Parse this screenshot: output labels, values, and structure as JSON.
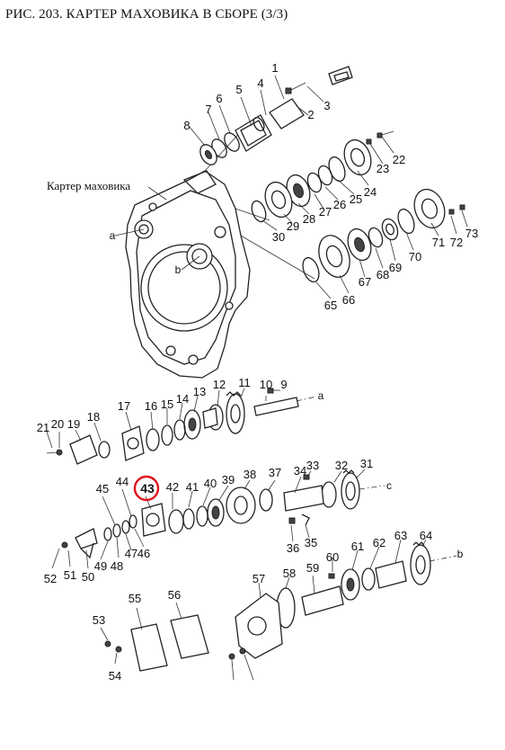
{
  "title": "РИС. 203. КАРТЕР МАХОВИКА В СБОРЕ (3/3)",
  "housing_label": "Картер маховика",
  "highlighted_part": "43",
  "highlight_color": "#e0101a",
  "parts": [
    "1",
    "2",
    "3",
    "4",
    "5",
    "6",
    "7",
    "8",
    "9",
    "10",
    "11",
    "12",
    "13",
    "14",
    "15",
    "16",
    "17",
    "18",
    "19",
    "20",
    "21",
    "22",
    "23",
    "24",
    "25",
    "26",
    "27",
    "28",
    "29",
    "30",
    "31",
    "32",
    "33",
    "34",
    "35",
    "36",
    "37",
    "38",
    "39",
    "40",
    "41",
    "42",
    "43",
    "44",
    "45",
    "46",
    "47",
    "48",
    "49",
    "50",
    "51",
    "52",
    "53",
    "54",
    "55",
    "56",
    "57",
    "58",
    "59",
    "60",
    "61",
    "62",
    "63",
    "64",
    "65",
    "66",
    "67",
    "68",
    "69",
    "70",
    "71",
    "72",
    "73"
  ],
  "refs": {
    "a": "a",
    "b": "b",
    "c": "c"
  }
}
